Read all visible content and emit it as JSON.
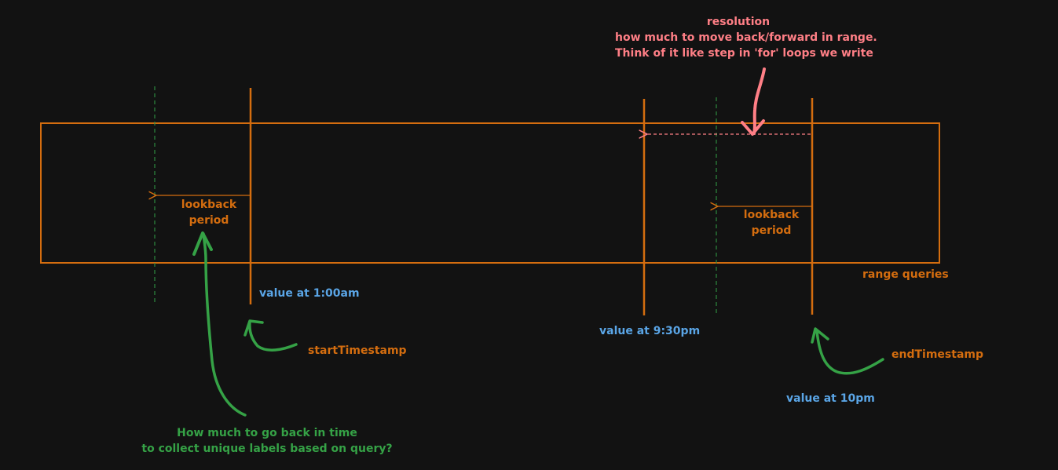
{
  "colors": {
    "background": "#121212",
    "orange": "#d46d0f",
    "blue": "#5aa5e6",
    "green": "#35a246",
    "pink": "#ff7f86",
    "green_dashed": "#2e8b3f"
  },
  "resolution_note": {
    "title": "resolution",
    "line1": "how much to move back/forward in range.",
    "line2": "Think of it like step in 'for' loops we write"
  },
  "range_label": "range queries",
  "lookback_left": {
    "line1": "lookback",
    "line2": "period"
  },
  "lookback_right": {
    "line1": "lookback",
    "line2": "period"
  },
  "values": {
    "start": "value at 1:00am",
    "mid": "value at 9:30pm",
    "end": "value at 10pm"
  },
  "timestamps": {
    "start": "startTimestamp",
    "end": "endTimestamp"
  },
  "question": {
    "line1": "How much to go back in time",
    "line2": "to collect unique labels based on query?"
  }
}
